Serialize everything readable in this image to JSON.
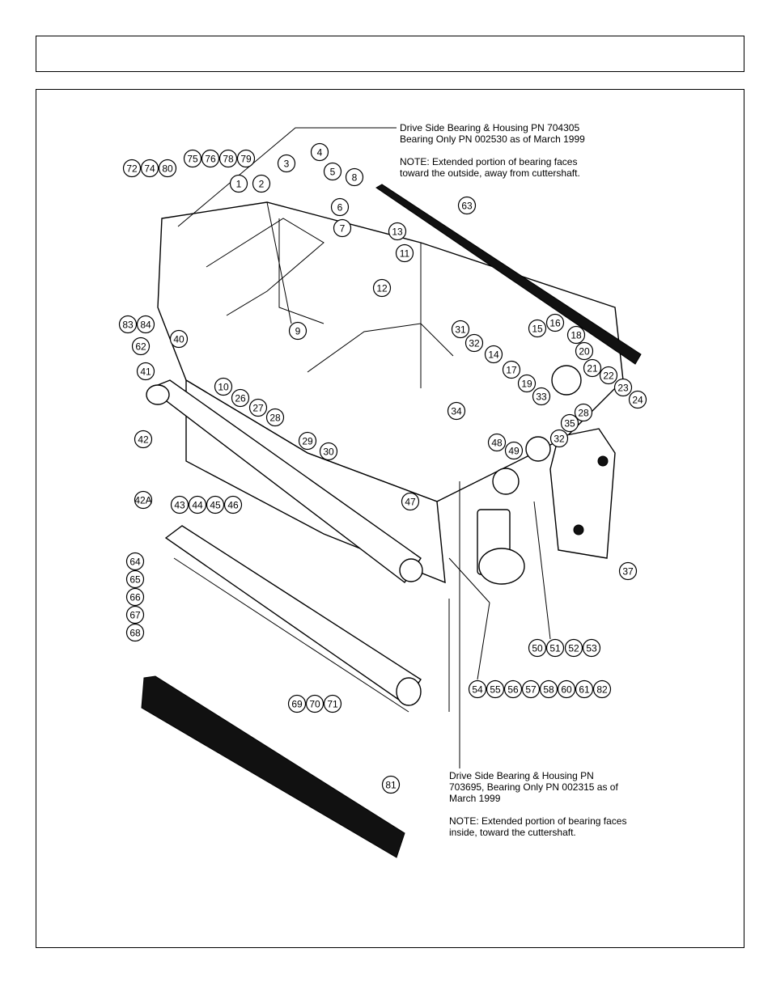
{
  "notes": {
    "top": "Drive Side Bearing & Housing PN 704305\nBearing Only PN 002530 as of March 1999\n\nNOTE: Extended portion of bearing faces\ntoward the outside, away from cuttershaft.",
    "bottom": "Drive Side Bearing & Housing PN\n703695, Bearing Only PN 002315 as of\nMarch 1999\n\nNOTE: Extended portion of bearing faces\ninside, toward the cuttershaft."
  },
  "callouts": [
    "1",
    "2",
    "3",
    "4",
    "5",
    "6",
    "7",
    "8",
    "9",
    "10",
    "11",
    "12",
    "13",
    "14",
    "15",
    "16",
    "17",
    "18",
    "19",
    "20",
    "21",
    "22",
    "23",
    "24",
    "26",
    "27",
    "28",
    "28",
    "29",
    "30",
    "31",
    "32",
    "32",
    "33",
    "34",
    "35",
    "37",
    "40",
    "41",
    "42",
    "42A",
    "43",
    "44",
    "45",
    "46",
    "47",
    "48",
    "49",
    "50",
    "51",
    "52",
    "53",
    "54",
    "55",
    "56",
    "57",
    "58",
    "60",
    "61",
    "62",
    "63",
    "64",
    "65",
    "66",
    "67",
    "68",
    "69",
    "70",
    "71",
    "72",
    "74",
    "75",
    "76",
    "78",
    "79",
    "80",
    "81",
    "82",
    "83",
    "84"
  ]
}
